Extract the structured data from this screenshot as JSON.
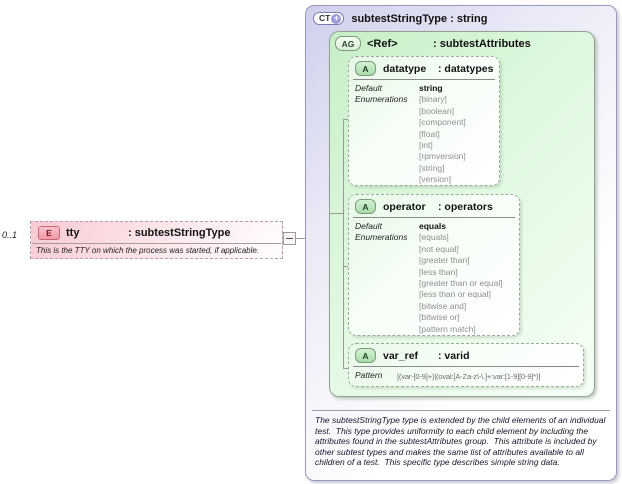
{
  "element": {
    "cardinality": "0..1",
    "badge": "E",
    "name": "tty",
    "type_suffix": ": subtestStringType",
    "annotation": "This is the TTY on which the process was started, if applicable."
  },
  "complex_type": {
    "badge": "CT",
    "badge_plus": "+",
    "title": "subtestStringType : string",
    "annotation": "The subtestStringType type is extended by the child elements of an individual test.  This type provides uniformity to each child element by including the attributes found in the subtestAttributes group.  This attribute is included by other subtest types and makes the same list of attributes available to all children of a test.  This specific type describes simple string data."
  },
  "attribute_group": {
    "badge": "AG",
    "name": "<Ref>",
    "type_suffix": ": subtestAttributes"
  },
  "attributes": [
    {
      "badge": "A",
      "name": "datatype",
      "type_suffix": ": datatypes",
      "default_label": "Default",
      "default_value": "string",
      "enum_label": "Enumerations",
      "enumerations": [
        "[binary]",
        "[boolean]",
        "[component]",
        "[float]",
        "[int]",
        "[rpmversion]",
        "[string]",
        "[version]"
      ]
    },
    {
      "badge": "A",
      "name": "operator",
      "type_suffix": ": operators",
      "default_label": "Default",
      "default_value": "equals",
      "enum_label": "Enumerations",
      "enumerations": [
        "[equals]",
        "[not equal]",
        "[greater than]",
        "[less than]",
        "[greater than or equal]",
        "[less than or equal]",
        "[bitwise and]",
        "[bitwise or]",
        "[pattern match]"
      ]
    },
    {
      "badge": "A",
      "name": "var_ref",
      "type_suffix": ": varid",
      "pattern_label": "Pattern",
      "pattern_value": "[(var-[0-9]+)|(oval:[A-Za-z\\-\\.]+:var:[1-9][0-9]*)]"
    }
  ],
  "colors": {
    "element_pink": "#f8c9d3",
    "complex_type_lavender": "#cfcfeb",
    "attribute_group_green": "#c7eec7",
    "badge_plus_fill": "#9a9ade",
    "enum_text_gray": "#8f8f8f",
    "connector_gray": "#9a9a9a"
  }
}
